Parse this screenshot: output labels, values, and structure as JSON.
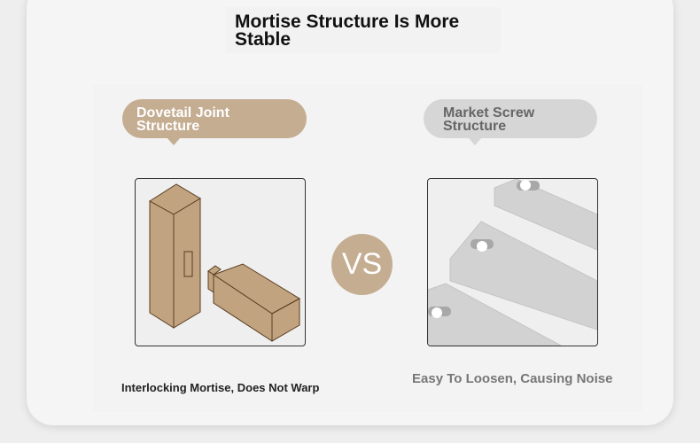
{
  "title": "Mortise Structure Is More Stable",
  "left": {
    "bubble": "Dovetail Joint Structure",
    "caption": "Interlocking Mortise, Does Not Warp"
  },
  "vs": "VS",
  "right": {
    "bubble": "Market Screw Structure",
    "caption": "Easy To Loosen, Causing Noise"
  },
  "colors": {
    "accent": "#c5ad92",
    "gray": "#d6d6d6"
  }
}
